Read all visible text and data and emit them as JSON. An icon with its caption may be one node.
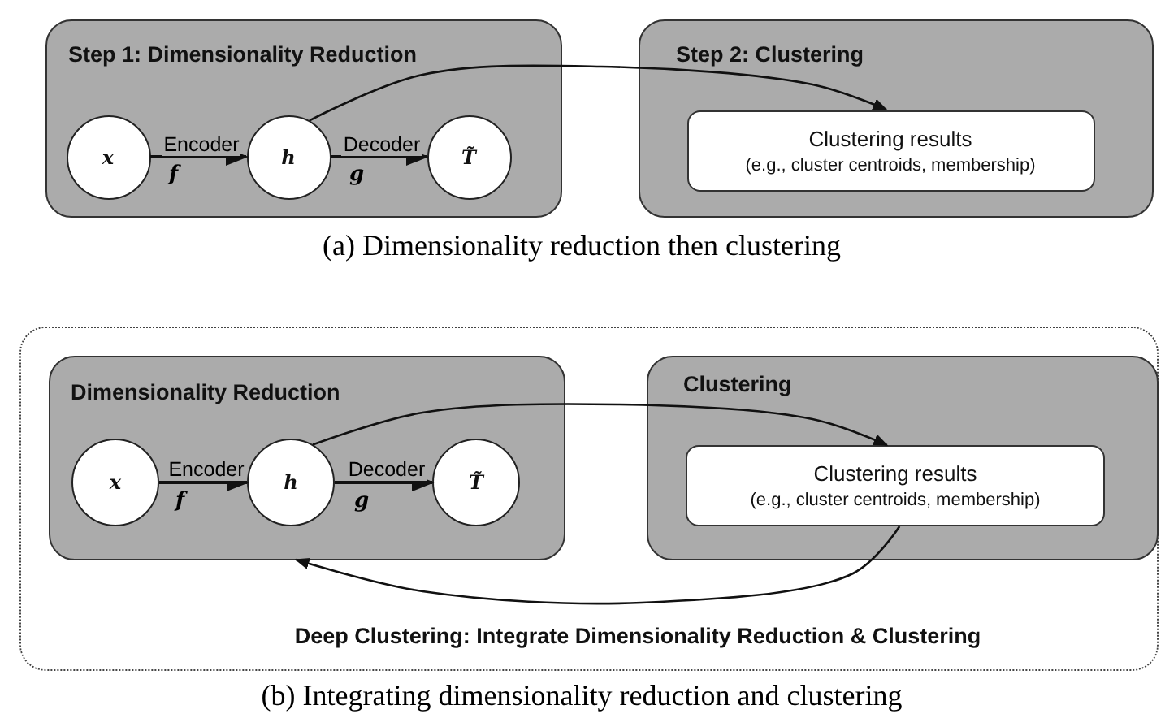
{
  "diagram": {
    "nodes": [
      {
        "text": [
          "Step 1: Dimensionality Reduction"
        ]
      },
      {
        "text": [
          "x"
        ],
        "in": 0
      },
      {
        "text": [
          "h"
        ],
        "in": 0
      },
      {
        "text": [
          "T̃"
        ],
        "in": 0
      },
      {
        "text": [
          "Step 2: Clustering"
        ]
      },
      {
        "text": [
          "Clustering results",
          "(e.g., cluster centroids, membership)"
        ],
        "in": 4
      },
      {
        "text": [
          "Deep Clustering: Integrate Dimensionality Reduction & Clustering"
        ]
      },
      {
        "text": [
          "Dimensionality Reduction"
        ],
        "in": 6
      },
      {
        "text": [
          "x"
        ],
        "in": 7
      },
      {
        "text": [
          "h"
        ],
        "in": 7
      },
      {
        "text": [
          "T̃"
        ],
        "in": 7
      },
      {
        "text": [
          "Clustering"
        ],
        "in": 6
      },
      {
        "text": [
          "Clustering results",
          "(e.g., cluster centroids, membership)"
        ],
        "in": 11
      }
    ],
    "edges": [
      {
        "from": 1,
        "to": 2,
        "arrow": "to",
        "label": "Encoder"
      },
      {
        "from": 2,
        "to": 3,
        "arrow": "to",
        "label": "Decoder"
      },
      {
        "from": 2,
        "to": 5,
        "arrow": "to"
      },
      {
        "from": 8,
        "to": 9,
        "arrow": "to",
        "label": "Encoder"
      },
      {
        "from": 9,
        "to": 10,
        "arrow": "to",
        "label": "Decoder"
      },
      {
        "from": 9,
        "to": 12,
        "arrow": "to"
      },
      {
        "from": 12,
        "to": 7,
        "arrow": "to"
      }
    ],
    "labels": [
      "f",
      "g",
      "(a) Dimensionality reduction then clustering",
      "f",
      "g",
      "(b) Integrating dimensionality reduction and clustering"
    ]
  }
}
